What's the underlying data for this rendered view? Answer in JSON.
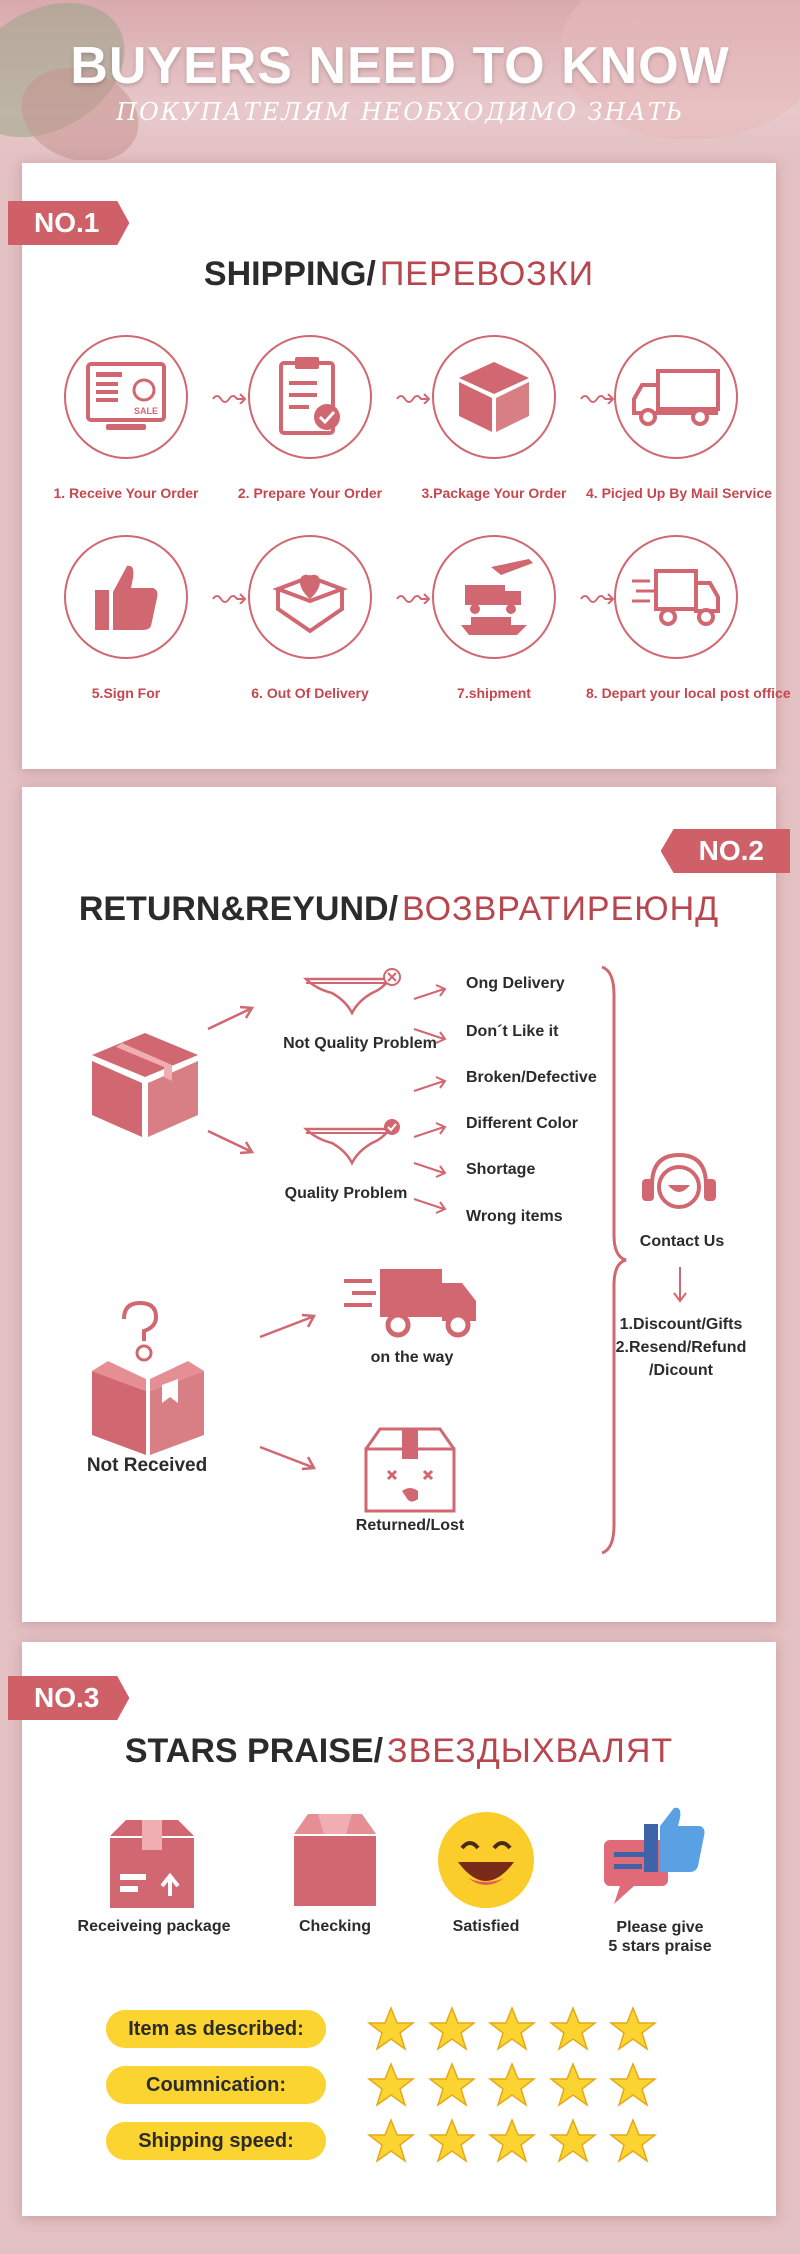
{
  "header": {
    "title": "BUYERS NEED TO KNOW",
    "subtitle": "ПОКУПАТЕЛЯМ НЕОБХОДИМО ЗНАТЬ"
  },
  "section1": {
    "badge": "NO.1",
    "title_en": "SHIPPING/",
    "title_ru": "ПЕРЕВОЗКИ",
    "sale_text": "SALE",
    "steps": [
      {
        "label": "1. Receive Your Order",
        "icon": "laptop-sale-icon"
      },
      {
        "label": "2. Prepare Your Order",
        "icon": "clipboard-check-icon"
      },
      {
        "label": "3.Package Your Order",
        "icon": "package-box-icon"
      },
      {
        "label": "4. Picjed Up By Mail Service",
        "icon": "delivery-truck-icon"
      },
      {
        "label": "5.Sign For",
        "icon": "thumbs-up-icon"
      },
      {
        "label": "6. Out Of Delivery",
        "icon": "heart-box-icon"
      },
      {
        "label": "7.shipment",
        "icon": "plane-truck-ship-icon"
      },
      {
        "label": "8. Depart your local post office",
        "icon": "fast-truck-icon"
      }
    ]
  },
  "section2": {
    "badge": "NO.2",
    "title_en": "RETURN&REYUND/",
    "title_ru": "ВОЗВРАТИРЕЮНД",
    "not_quality": "Not Quality Problem",
    "quality": "Quality Problem",
    "reasons": [
      "Ong Delivery",
      "Don´t Like it",
      "Broken/Defective",
      "Different Color",
      "Shortage",
      "Wrong items"
    ],
    "contact": "Contact Us",
    "solutions": [
      "1.Discount/Gifts",
      "2.Resend/Refund",
      "/Dicount"
    ],
    "on_the_way": "on the way",
    "not_received": "Not Received",
    "returned": "Returned/Lost"
  },
  "section3": {
    "badge": "NO.3",
    "title_en": "STARS PRAISE/",
    "title_ru": "ЗВЕЗДЫХВАЛЯТ",
    "steps": [
      "Receiveing package",
      "Checking",
      "Satisfied",
      "Please give",
      "5 stars praise"
    ],
    "ratings": [
      {
        "label": "Item as described:",
        "stars": 5
      },
      {
        "label": "Coumnication:",
        "stars": 5
      },
      {
        "label": "Shipping speed:",
        "stars": 5
      }
    ]
  },
  "colors": {
    "accent": "#d06068",
    "accent_text": "#c5474f",
    "pill": "#fbd431",
    "star": "#fbd431"
  }
}
